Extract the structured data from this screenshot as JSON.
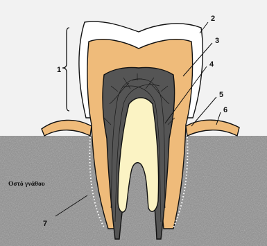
{
  "figure": {
    "region_label": "Οστό γνάθου",
    "callouts": [
      "1",
      "2",
      "3",
      "4",
      "5",
      "6",
      "7"
    ]
  },
  "colors": {
    "bone": "#8d8d8d",
    "background": "#f2f2f2",
    "enamel": "#ffffff",
    "dentin": "#efbb7a",
    "pulp": "#555555",
    "inner_pulp": "#fbf3c4",
    "ligament_dots": "#ffffff",
    "outline": "#111111"
  }
}
